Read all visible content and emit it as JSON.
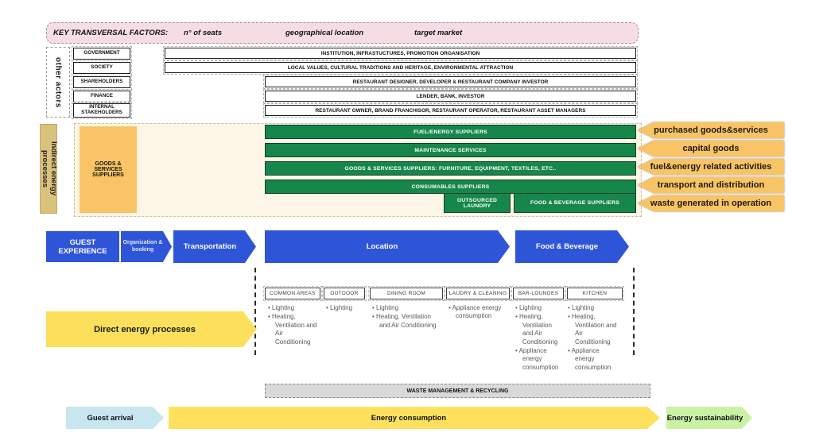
{
  "palette": {
    "pink_bar": "#f5dde3",
    "tan_label": "#d9c27d",
    "cream_area": "#fdf5e5",
    "orange": "#f9c466",
    "green": "#17864b",
    "blue": "#2e55d8",
    "yellow": "#fce05c",
    "grey_bar": "#d9d9d9",
    "light_blue": "#c7e6ef",
    "light_green": "#c9f2a5"
  },
  "header": {
    "title": "KEY TRANSVERSAL FACTORS:",
    "factors": [
      "n° of seats",
      "geographical location",
      "target market"
    ]
  },
  "other_actors": {
    "label": "other actors",
    "rows": [
      {
        "actor": "GOVERNMENT",
        "detail": "INSTITUTION, INFRASTUCTURES, PROMOTION ORGANISATION"
      },
      {
        "actor": "SOCIETY",
        "detail": "LOCAL VALUES, CULTURAL TRADITIONS AND HERITAGE, ENVIRONMENTAL ATTRACTION"
      },
      {
        "actor": "SHAREHOLDERS",
        "detail": "RESTAURANT DESIGNER, DEVELOPER & RESTAURANT COMPANY INVESTOR"
      },
      {
        "actor": "FINANCE",
        "detail": "LENDER, BANK, INVESTOR"
      },
      {
        "actor": "INTERNAL STAKEHOLDERS",
        "detail": "RESTAURANT OWNER, BRAND FRANCHISOR,  RESTAURANT OPERATOR, RESTAURANT ASSET MANAGERS"
      }
    ]
  },
  "indirect": {
    "label": "Indirect energy processes",
    "suppliers_box": "GOODS & SERVICES SUPPLIERS",
    "green_boxes": [
      "FUEL/ENERGY SUPPLIERS",
      "MAINTENANCE SERVICES",
      "GOODS & SERVICES SUPPLIERS: FURNITURE, EQUIPMENT, TEXTILES, ETC..",
      "CONSUMABLES SUPPLIERS"
    ],
    "green_boxes_row2": [
      "OUTSOURCED LAUNDRY",
      "FOOD & BEVERAGE SUPPLIERS"
    ],
    "scope_arrows": [
      "purchased goods&services",
      "capital goods",
      "fuel&energy related activities",
      "transport and distribution",
      "waste generated in operation"
    ]
  },
  "journey": {
    "title": "GUEST EXPERIENCE",
    "steps": [
      "Organization & booking",
      "Transportation",
      "Location",
      "Food & Beverage"
    ]
  },
  "areas": {
    "columns": [
      {
        "header": "COMMON AREAS",
        "items": [
          "Lighting",
          "Heating, Ventilation and Air Conditioning"
        ]
      },
      {
        "header": "OUTDOOR",
        "items": [
          "Lighting"
        ]
      },
      {
        "header": "DINING ROOM",
        "items": [
          "Lighting",
          "Heating, Ventilation and Air Conditioning"
        ]
      },
      {
        "header": "LAUDRY & CLEANING",
        "items": [
          "Appliance energy consumption"
        ]
      },
      {
        "header": "BAR-LOUNGES",
        "items": [
          "Lighting",
          "Heating, Ventilation and Air Conditioning",
          "Appliance energy consumption"
        ]
      },
      {
        "header": "KITCHEN",
        "items": [
          "Lighting",
          "Heating, Ventilation and Air Conditioning",
          "Appliance energy consumption"
        ]
      }
    ]
  },
  "direct": {
    "label": "Direct energy processes"
  },
  "waste": {
    "label": "WASTE MANAGEMENT & RECYCLING"
  },
  "bottom": {
    "guest_arrival": "Guest arrival",
    "energy_consumption": "Energy consumption",
    "energy_sustainability": "Energy sustainability"
  }
}
